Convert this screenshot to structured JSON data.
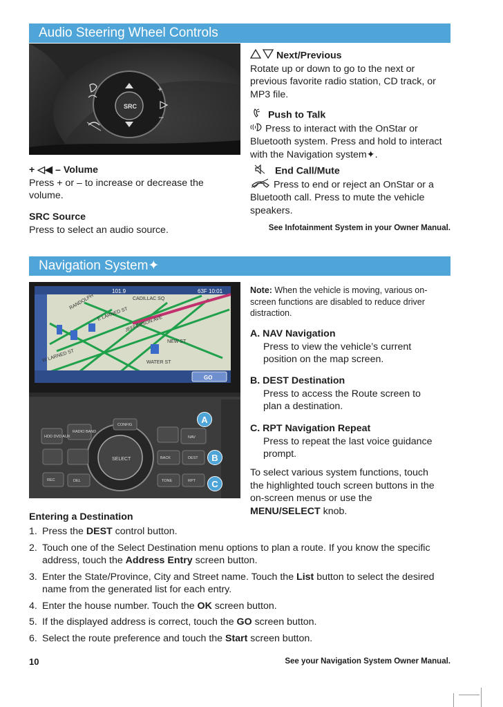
{
  "audio": {
    "header": "Audio Steering Wheel Controls",
    "next_prev_title": "Next/Previous",
    "next_prev_body": "Rotate up or down to go to the next or previous favorite radio station, CD track, or MP3 file.",
    "push_title": "Push to Talk",
    "push_body": "Press to interact with the OnStar or Bluetooth system. Press and hold to interact with the Navigation system✦.",
    "end_title": "End Call/Mute",
    "end_body": "Press to end or reject an OnStar or a Bluetooth call. Press to mute the vehicle speakers.",
    "volume_title": "+ ◁◀ – Volume",
    "volume_body": "Press + or – to increase or decrease the volume.",
    "src_title": "SRC Source",
    "src_body": "Press to select an audio source.",
    "ref": "See Infotainment System in your Owner Manual.",
    "photo_labels": {
      "src": "SRC"
    }
  },
  "nav": {
    "header": "Navigation System✦",
    "note_label": "Note:",
    "note_body": " When the vehicle is moving, various on-screen functions are disabled to reduce driver distraction.",
    "a_title": "A. NAV Navigation",
    "a_body": "Press to view the vehicle’s current position on the map screen.",
    "b_title": "B. DEST Destination",
    "b_body": "Press to access the Route screen to plan a destination.",
    "c_title": "C. RPT Navigation Repeat",
    "c_body": "Press to repeat the last voice guidance prompt.",
    "select_pre": "To select various system functions, touch the highlighted touch screen buttons in the on-screen menus or use the ",
    "select_bold": "MENU/SELECT",
    "select_post": " knob.",
    "badges": [
      "A",
      "B",
      "C"
    ],
    "screen_labels": [
      "101.9",
      "63F 10:01",
      "NEW ST",
      "WATER ST",
      "E LARNED ST",
      "JEFFERSON AVE",
      "GO",
      "CADILLAC SQ",
      "RANDOLPH",
      "W LARNED ST"
    ],
    "panel_labels": [
      "CONFIG",
      "RADIO BAND",
      "HDD DVD AUX",
      "NAV",
      "SELECT",
      "BACK",
      "DEST",
      "REC",
      "DEL",
      "TONE",
      "RPT"
    ]
  },
  "entering": {
    "title": "Entering a Destination",
    "steps": [
      {
        "num": "1.",
        "parts": [
          [
            "Press the ",
            false
          ],
          [
            "DEST",
            true
          ],
          [
            " control button.",
            false
          ]
        ]
      },
      {
        "num": "2.",
        "parts": [
          [
            "Touch one of the Select Destination menu options to plan a route. If you know the specific address, touch the ",
            false
          ],
          [
            "Address Entry",
            true
          ],
          [
            " screen button.",
            false
          ]
        ]
      },
      {
        "num": "3.",
        "parts": [
          [
            "Enter the State/Province, City and Street name. Touch the ",
            false
          ],
          [
            "List",
            true
          ],
          [
            " button to select the desired name from the generated list for each entry.",
            false
          ]
        ]
      },
      {
        "num": "4.",
        "parts": [
          [
            "Enter the house number. Touch the ",
            false
          ],
          [
            "OK",
            true
          ],
          [
            " screen button.",
            false
          ]
        ]
      },
      {
        "num": "5.",
        "parts": [
          [
            "If the displayed address is correct, touch the ",
            false
          ],
          [
            "GO",
            true
          ],
          [
            " screen button.",
            false
          ]
        ]
      },
      {
        "num": "6.",
        "parts": [
          [
            "Select the route preference and touch the ",
            false
          ],
          [
            "Start",
            true
          ],
          [
            " screen button.",
            false
          ]
        ]
      }
    ]
  },
  "footer": {
    "page_number": "10",
    "ref": "See your Navigation System Owner Manual."
  },
  "colors": {
    "accent": "#4fa4d8",
    "text": "#1d1d1d"
  }
}
